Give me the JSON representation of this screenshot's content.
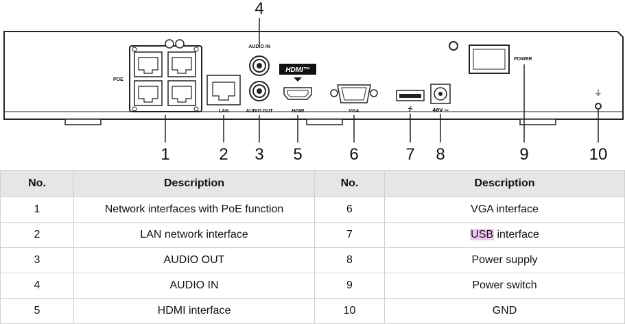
{
  "device_labels": {
    "poe": "POE",
    "lan": "LAN",
    "audio_in": "AUDIO IN",
    "audio_out": "AUDIO OUT",
    "hdmi_top": "HDMI™",
    "hdmi_bottom": "HDMI",
    "vga": "VGA",
    "usb_symbol": "⭍",
    "dc_voltage": "48V ⎓",
    "power": "POWER",
    "gnd_symbol": "⏚"
  },
  "callouts": [
    "1",
    "2",
    "3",
    "4",
    "5",
    "6",
    "7",
    "8",
    "9",
    "10"
  ],
  "table": {
    "headers": [
      "No.",
      "Description",
      "No.",
      "Description"
    ],
    "rows": [
      [
        {
          "no": "1",
          "desc": "Network interfaces with PoE function"
        },
        {
          "no": "6",
          "desc": "VGA interface"
        }
      ],
      [
        {
          "no": "2",
          "desc": "LAN network interface"
        },
        {
          "no": "7",
          "desc_highlight": "USB",
          "desc_rest": " interface"
        }
      ],
      [
        {
          "no": "3",
          "desc": "AUDIO OUT"
        },
        {
          "no": "8",
          "desc": "Power supply"
        }
      ],
      [
        {
          "no": "4",
          "desc": "AUDIO IN"
        },
        {
          "no": "9",
          "desc": "Power switch"
        }
      ],
      [
        {
          "no": "5",
          "desc": "HDMI interface"
        },
        {
          "no": "10",
          "desc": "GND"
        }
      ]
    ],
    "highlight_color": "#f0c8f0"
  }
}
